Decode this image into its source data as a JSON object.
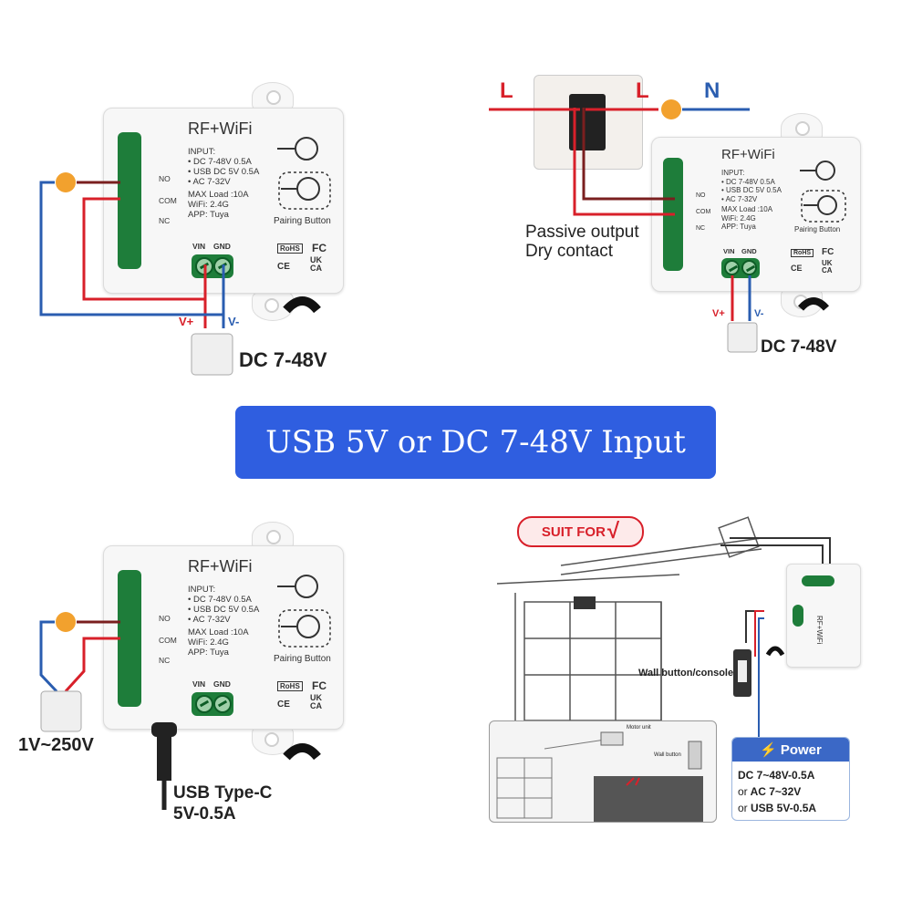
{
  "banner": {
    "text": "USB 5V or DC 7-48V Input"
  },
  "module": {
    "title": "RF+WiFi",
    "input_label": "INPUT:",
    "input_dc": "• DC 7-48V 0.5A",
    "input_usb": "• USB DC 5V 0.5A",
    "input_ac": "• AC 7-32V",
    "max_load": "MAX Load :10A",
    "wifi": "WiFi: 2.4G",
    "app": "APP: Tuya",
    "pairing": "Pairing Button",
    "no": "NO",
    "com": "COM",
    "nc": "NC",
    "vin": "VIN",
    "gnd": "GND",
    "rohs": "RoHS",
    "fc": "FC",
    "ce": "CE",
    "ukca_1": "UK",
    "ukca_2": "CA"
  },
  "panel1": {
    "power_label": "DC 7-48V",
    "vplus": "V+",
    "vminus": "V-"
  },
  "panel2": {
    "l1": "L",
    "l2": "L",
    "n": "N",
    "passive_1": "Passive output",
    "passive_2": "Dry contact",
    "power_label": "DC 7-48V",
    "vplus": "V+",
    "vminus": "V-"
  },
  "panel3": {
    "power_label": "1V~250V",
    "usb_1": "USB Type-C",
    "usb_2": "5V-0.5A"
  },
  "panel4": {
    "suit_for": "SUIT FOR",
    "check": "√",
    "wall_button": "Wall button/console",
    "motor_unit": "Motor unit",
    "wall_button_small": "Wall button",
    "power_title": "Power",
    "power_line1": "DC 7~48V-0.5A",
    "power_line2_prefix": "or",
    "power_line2": "AC 7~32V",
    "power_line3_prefix": "or",
    "power_line3": "USB 5V-0.5A"
  },
  "colors": {
    "banner": "#2f5ee0",
    "wire_red": "#d8202a",
    "wire_blue": "#2a5db0",
    "pcb_green": "#1e7d3a"
  }
}
